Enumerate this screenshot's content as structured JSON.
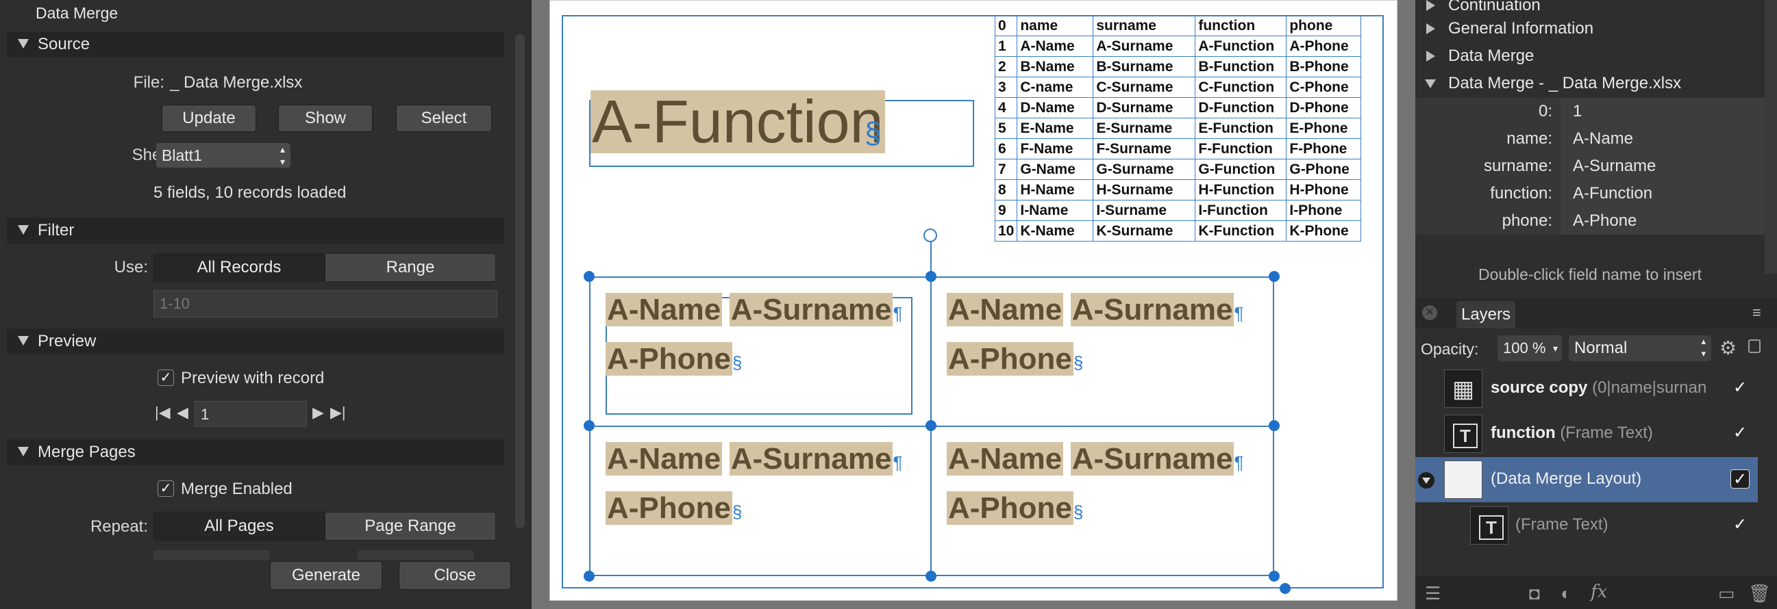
{
  "dialog": {
    "title": "Data Merge",
    "source": {
      "section": "Source",
      "file_label": "File:",
      "file_value": "_ Data Merge.xlsx",
      "buttons": [
        "Update",
        "Show",
        "Select"
      ],
      "sheet_label": "Sheet:",
      "sheet_value": "Blatt1",
      "status": "5 fields, 10 records loaded"
    },
    "filter": {
      "section": "Filter",
      "use_label": "Use:",
      "options": [
        "All Records",
        "Range"
      ],
      "range_placeholder": "1-10"
    },
    "preview": {
      "section": "Preview",
      "checkbox_label": "Preview with record",
      "checked": true,
      "record_value": "1"
    },
    "merge_pages": {
      "section": "Merge Pages",
      "checkbox_label": "Merge Enabled",
      "checked": true,
      "repeat_label": "Repeat:",
      "options": [
        "All Pages",
        "Page Range"
      ]
    },
    "footer": {
      "generate": "Generate",
      "close": "Close"
    }
  },
  "canvas": {
    "function_text": "A-Function",
    "table": {
      "headers": [
        "0",
        "name",
        "surname",
        "function",
        "phone"
      ],
      "rows": [
        [
          "1",
          "A-Name",
          "A-Surname",
          "A-Function",
          "A-Phone"
        ],
        [
          "2",
          "B-Name",
          "B-Surname",
          "B-Function",
          "B-Phone"
        ],
        [
          "3",
          "C-name",
          "C-Surname",
          "C-Function",
          "C-Phone"
        ],
        [
          "4",
          "D-Name",
          "D-Surname",
          "D-Function",
          "D-Phone"
        ],
        [
          "5",
          "E-Name",
          "E-Surname",
          "E-Function",
          "E-Phone"
        ],
        [
          "6",
          "F-Name",
          "F-Surname",
          "F-Function",
          "F-Phone"
        ],
        [
          "7",
          "G-Name",
          "G-Surname",
          "G-Function",
          "G-Phone"
        ],
        [
          "8",
          "H-Name",
          "H-Surname",
          "H-Function",
          "H-Phone"
        ],
        [
          "9",
          "I-Name",
          "I-Surname",
          "I-Function",
          "I-Phone"
        ],
        [
          "10",
          "K-Name",
          "K-Surname",
          "K-Function",
          "K-Phone"
        ]
      ]
    },
    "cell": {
      "name": "A-Name",
      "surname": "A-Surname",
      "phone": "A-Phone"
    }
  },
  "panel": {
    "tree": [
      "Continuation",
      "General Information",
      "Data Merge",
      "Data Merge - _ Data Merge.xlsx"
    ],
    "fields": [
      {
        "key": "0:",
        "value": "1"
      },
      {
        "key": "name:",
        "value": "A-Name"
      },
      {
        "key": "surname:",
        "value": "A-Surname"
      },
      {
        "key": "function:",
        "value": "A-Function"
      },
      {
        "key": "phone:",
        "value": "A-Phone"
      }
    ],
    "hint": "Double-click field name to insert",
    "layers": {
      "tab": "Layers",
      "opacity_label": "Opacity:",
      "opacity_value": "100 %",
      "blend_mode": "Normal",
      "items": [
        {
          "name": "source copy",
          "sub": "(0|name|surnan"
        },
        {
          "name": "function",
          "sub": "(Frame Text)"
        },
        {
          "name": "",
          "sub": "(Data Merge Layout)"
        },
        {
          "name": "",
          "sub": "(Frame Text)"
        }
      ]
    }
  }
}
